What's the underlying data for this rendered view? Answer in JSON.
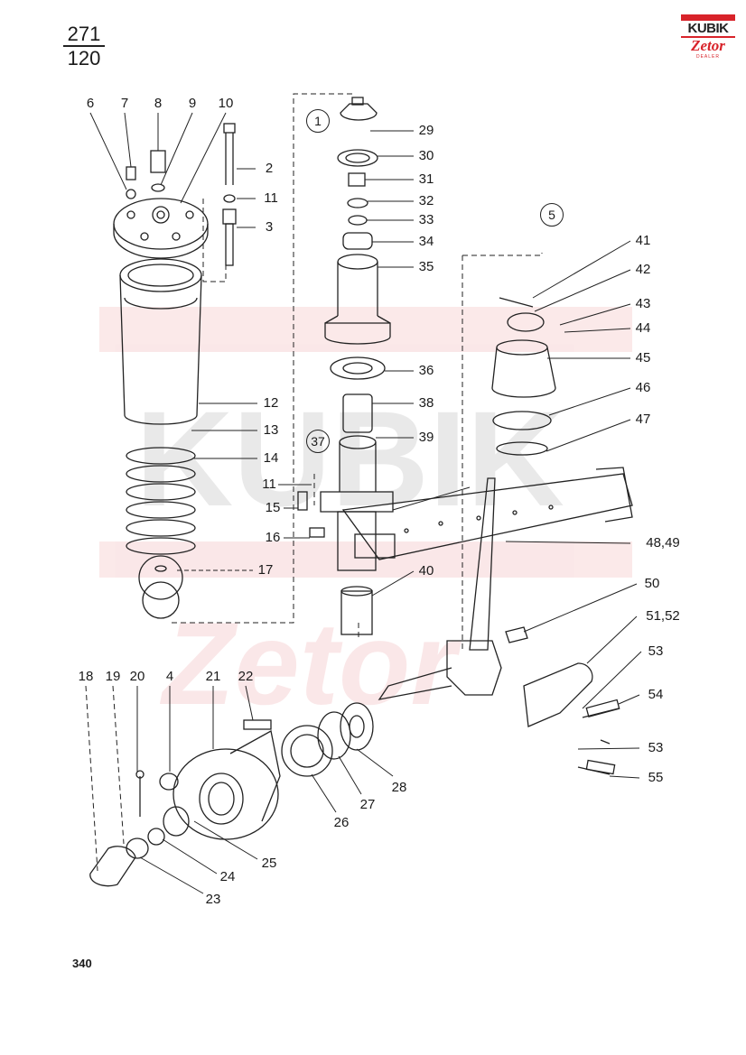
{
  "page": {
    "fraction_top": "271",
    "fraction_bottom": "120",
    "page_number": "340"
  },
  "logo": {
    "brand": "KUBIK",
    "sub": "Zetor",
    "tag": "DEALER",
    "color": "#d8232a"
  },
  "callouts": [
    "6",
    "7",
    "8",
    "9",
    "10",
    "2",
    "11",
    "3",
    "12",
    "13",
    "14",
    "17",
    "11",
    "15",
    "16",
    "29",
    "30",
    "31",
    "32",
    "33",
    "34",
    "35",
    "36",
    "38",
    "39",
    "40",
    "41",
    "42",
    "43",
    "44",
    "45",
    "46",
    "47",
    "48,49",
    "50",
    "51,52",
    "53",
    "54",
    "53",
    "55",
    "18",
    "19",
    "20",
    "4",
    "21",
    "22",
    "28",
    "27",
    "26",
    "25",
    "24",
    "23"
  ],
  "circled": [
    "1",
    "5",
    "37"
  ]
}
